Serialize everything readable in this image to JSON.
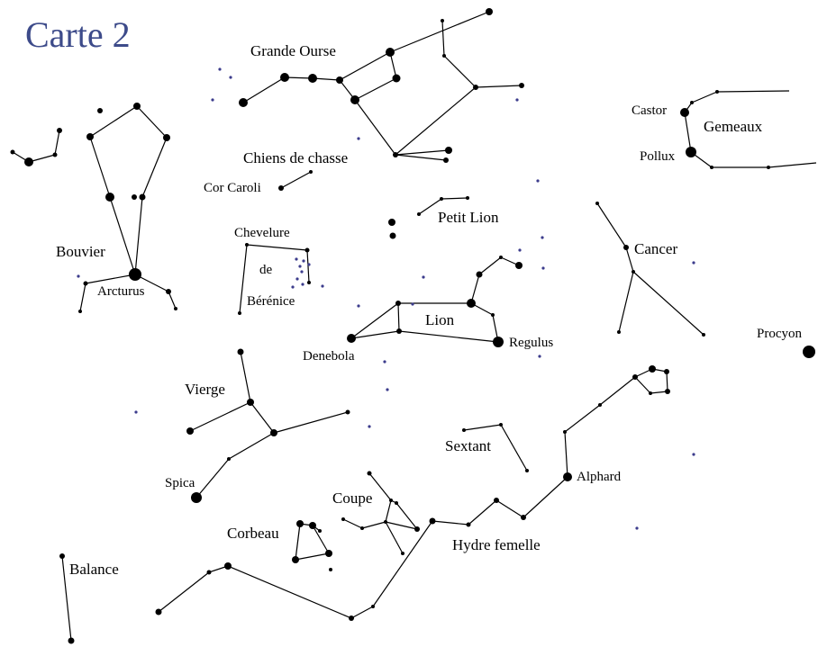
{
  "title": "Carte 2",
  "colors": {
    "title": "#3d4b8a",
    "line": "#000000",
    "star": "#000000",
    "faint_star": "#3c3c8c",
    "background": "#ffffff"
  },
  "labels": {
    "grande_ourse": "Grande Ourse",
    "chiens_de_chasse": "Chiens de chasse",
    "cor_caroli": "Cor Caroli",
    "bouvier": "Bouvier",
    "arcturus": "Arcturus",
    "chevelure": "Chevelure",
    "de": "de",
    "berenice": "Bérénice",
    "petit_lion": "Petit  Lion",
    "lion": "Lion",
    "denebola": "Denebola",
    "regulus": "Regulus",
    "castor": "Castor",
    "gemeaux": "Gemeaux",
    "pollux": "Pollux",
    "cancer": "Cancer",
    "procyon": "Procyon",
    "vierge": "Vierge",
    "spica": "Spica",
    "sextant": "Sextant",
    "alphard": "Alphard",
    "coupe": "Coupe",
    "corbeau": "Corbeau",
    "hydre_femelle": "Hydre  femelle",
    "balance": "Balance"
  }
}
